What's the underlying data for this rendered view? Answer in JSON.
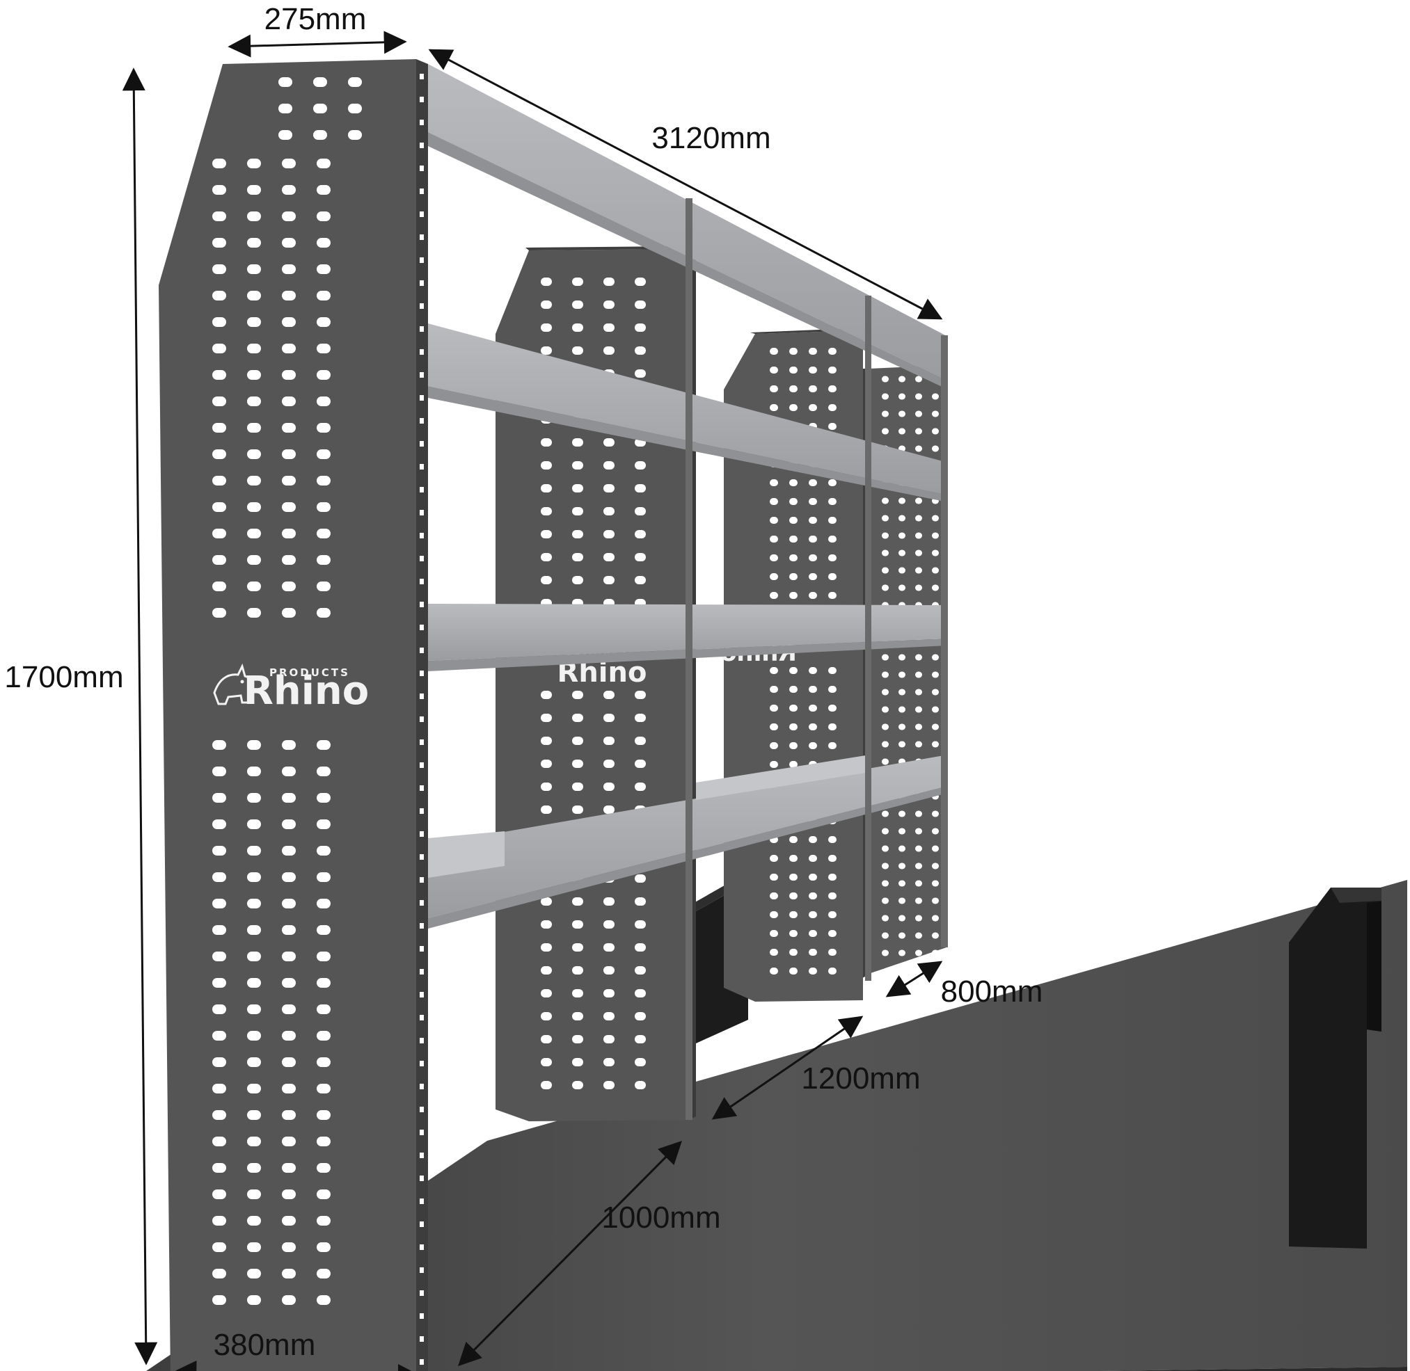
{
  "brand": {
    "name": "Rhino",
    "tagline": "PRODUCTS",
    "logo_icon": "rhino-head-icon"
  },
  "dimensions": {
    "depth_top": "275mm",
    "length": "3120mm",
    "height": "1700mm",
    "depth_bottom": "380mm",
    "bay_1": "1000mm",
    "bay_2": "1200mm",
    "bay_3": "800mm"
  },
  "colors": {
    "panel": "#545454",
    "panel_edge": "#3e3e3e",
    "shelf": "#a7a9ac",
    "shelf_dark": "#8e9094",
    "floor": "#4a4a4a",
    "floor_edge": "#2b2b2b",
    "wheel_arch": "#1e1e1e",
    "dimension_line": "#111111"
  }
}
